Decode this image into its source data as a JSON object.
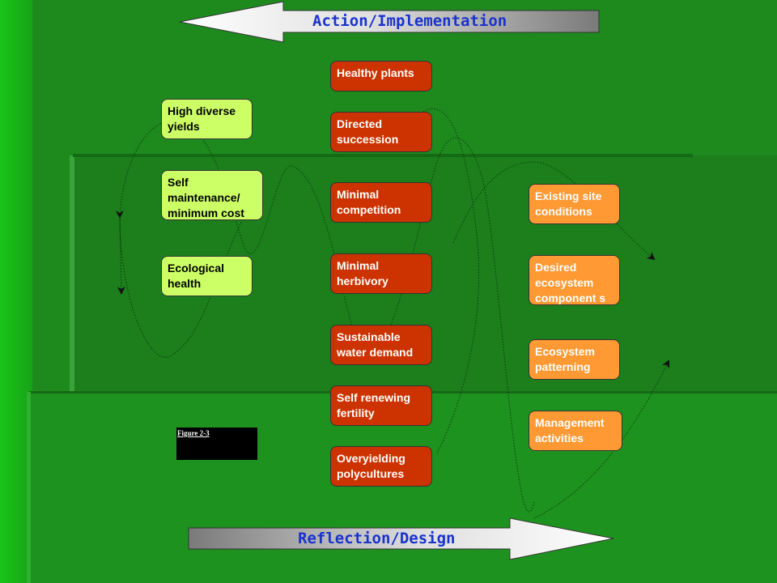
{
  "top_arrow": {
    "label": "Action/Implementation"
  },
  "bottom_arrow": {
    "label": "Reflection/Design"
  },
  "left_column": [
    "High diverse yields",
    "Self maintenance/ minimum cost",
    "Ecological health"
  ],
  "middle_column": [
    "Healthy plants",
    "Directed succession",
    "Minimal competition",
    "Minimal herbivory",
    "Sustainable water demand",
    "Self renewing fertility",
    "Overyielding polycultures"
  ],
  "right_column": [
    "Existing site conditions",
    "Desired ecosystem component s",
    "Ecosystem patterning",
    "Management activities"
  ],
  "caption": "Figure 2-3",
  "colors": {
    "background": "#1f8f1f",
    "left_boxes": "#ccff66",
    "middle_boxes": "#cc3300",
    "right_boxes": "#ff9933",
    "arrow_label": "#1a33cc"
  }
}
